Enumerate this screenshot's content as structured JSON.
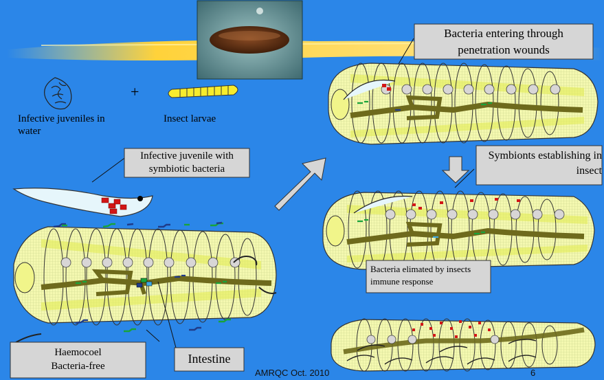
{
  "labels": {
    "infective_juveniles": "Infective juveniles in water",
    "plus": "+",
    "insect_larvae": "Insect larvae",
    "ij_with_bacteria": "Infective juvenile with symbiotic bacteria",
    "bacteria_entering": "Bacteria entering through penetration wounds",
    "symbionts_establishing": "Symbionts establishing in insect",
    "bacteria_eliminated": "Bacteria elimated by insects immune response",
    "haemocoel": "Haemocoel Bacteria-free",
    "intestine": "Intestine"
  },
  "footer": {
    "credit": "AMRQC Oct. 2010",
    "slide_number": "6"
  },
  "colors": {
    "background": "#2b86e8",
    "body_fill": "#f3f7a8",
    "intestine": "#6e6a1c",
    "bacteria_red": "#d21616",
    "label_box": "#d6d6d6"
  }
}
